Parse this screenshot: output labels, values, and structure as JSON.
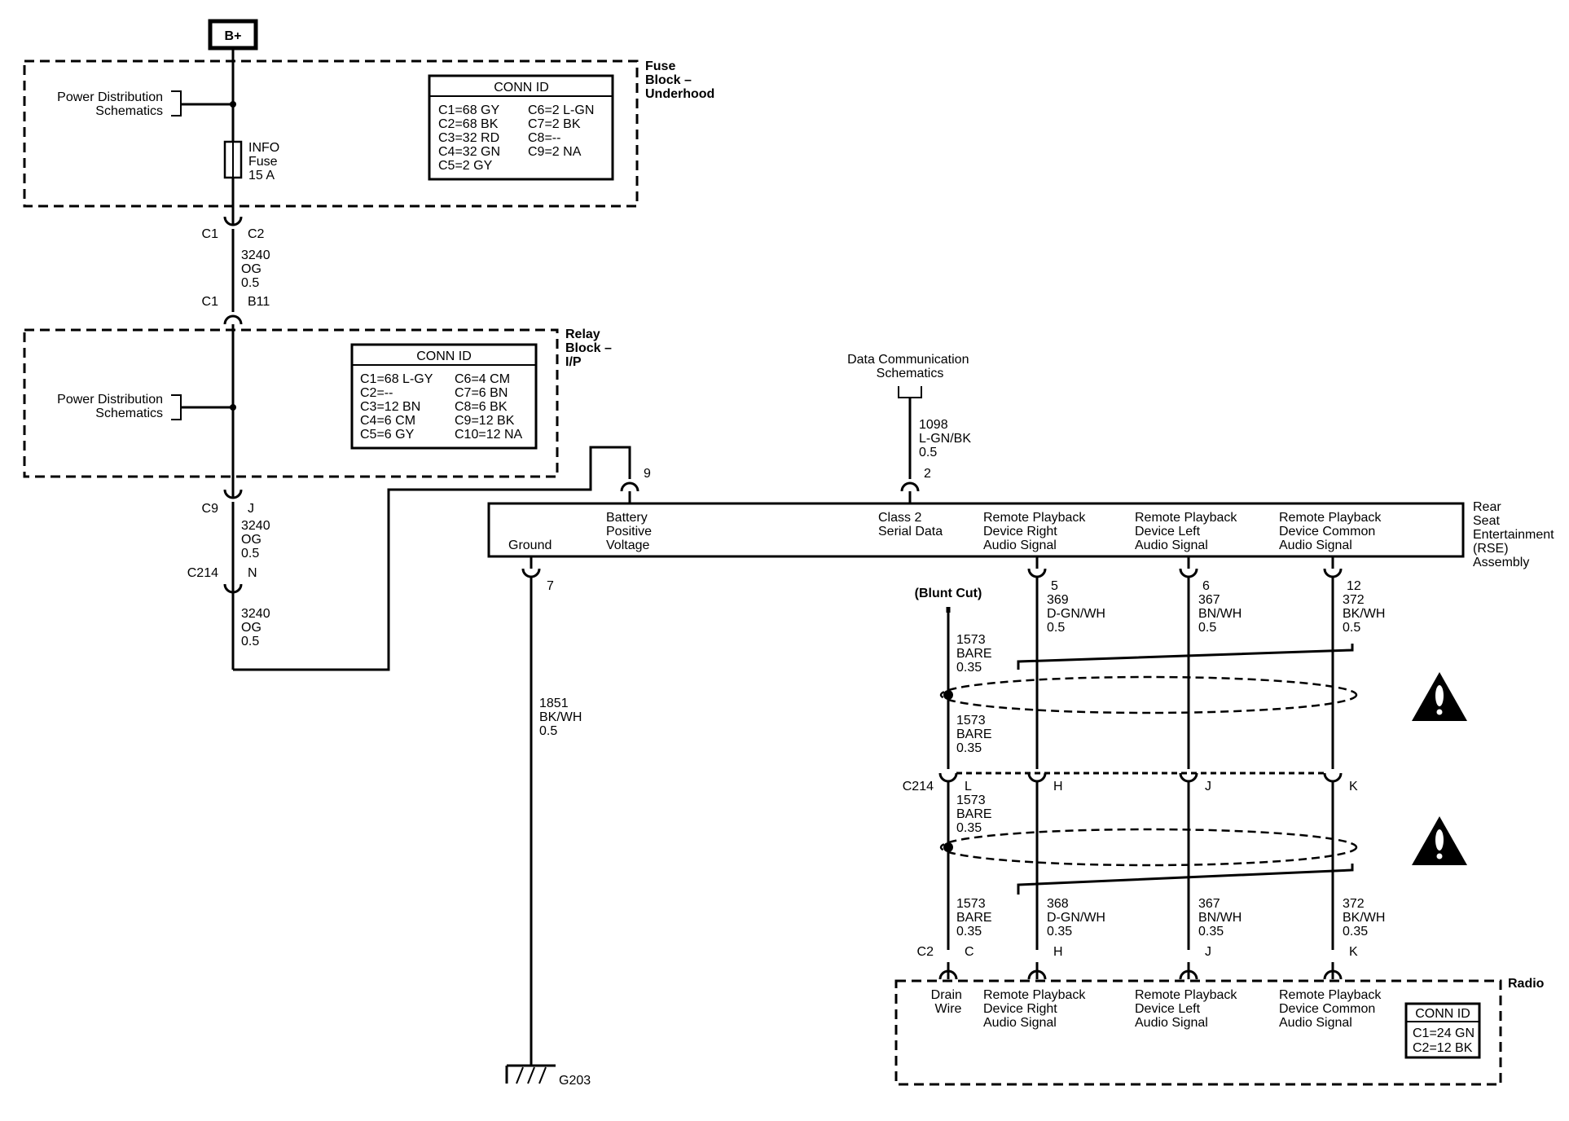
{
  "diagram": {
    "battery": "B+",
    "fuse_block": {
      "name": [
        "Fuse",
        "Block –",
        "Underhood"
      ],
      "ref": [
        "Power Distribution",
        "Schematics"
      ],
      "fuse": [
        "INFO",
        "Fuse",
        "15 A"
      ],
      "conn_title": "CONN ID",
      "conn_left": [
        "C1=68 GY",
        "C2=68 BK",
        "C3=32 RD",
        "C4=32 GN",
        "C5=2 GY"
      ],
      "conn_right": [
        "C6=2 L-GN",
        "C7=2 BK",
        "C8=--",
        "C9=2 NA"
      ]
    },
    "conn_fuse_bottom": {
      "left": "C1",
      "right": "C2"
    },
    "wire_3240_a": [
      "3240",
      "OG",
      "0.5"
    ],
    "conn_relay_top": {
      "left": "C1",
      "right": "B11"
    },
    "relay_block": {
      "name": [
        "Relay",
        "Block –",
        "I/P"
      ],
      "ref": [
        "Power Distribution",
        "Schematics"
      ],
      "conn_title": "CONN ID",
      "conn_left": [
        "C1=68 L-GY",
        "C2=--",
        "C3=12 BN",
        "C4=6 CM",
        "C5=6 GY"
      ],
      "conn_right": [
        "C6=4 CM",
        "C7=6 BN",
        "C8=6 BK",
        "C9=12 BK",
        "C10=12 NA"
      ]
    },
    "conn_relay_bottom": {
      "left": "C9",
      "right": "J"
    },
    "wire_3240_b": [
      "3240",
      "OG",
      "0.5"
    ],
    "conn_c214_a": {
      "left": "C214",
      "right": "N"
    },
    "wire_3240_c": [
      "3240",
      "OG",
      "0.5"
    ],
    "data_comm": [
      "Data Communication",
      "Schematics"
    ],
    "wire_1098": [
      "1098",
      "L-GN/BK",
      "0.5"
    ],
    "rse": {
      "name": [
        "Rear",
        "Seat",
        "Entertainment",
        "(RSE)",
        "Assembly"
      ],
      "pin_battery": "9",
      "pin_serial": "2",
      "pin_ground": "7",
      "pin_right": "5",
      "pin_left": "6",
      "pin_common": "12",
      "label_ground": "Ground",
      "label_battery": [
        "Battery",
        "Positive",
        "Voltage"
      ],
      "label_serial": [
        "Class 2",
        "Serial Data"
      ],
      "label_right": [
        "Remote Playback",
        "Device Right",
        "Audio Signal"
      ],
      "label_left": [
        "Remote Playback",
        "Device Left",
        "Audio Signal"
      ],
      "label_common": [
        "Remote Playback",
        "Device Common",
        "Audio Signal"
      ]
    },
    "wire_1851": [
      "1851",
      "BK/WH",
      "0.5"
    ],
    "ground": "G203",
    "blunt_cut": "(Blunt Cut)",
    "wire_1573_a": [
      "1573",
      "BARE",
      "0.35"
    ],
    "wire_1573_b": [
      "1573",
      "BARE",
      "0.35"
    ],
    "wire_1573_c": [
      "1573",
      "BARE",
      "0.35"
    ],
    "wire_1573_d": [
      "1573",
      "BARE",
      "0.35"
    ],
    "wire_369": [
      "369",
      "D-GN/WH",
      "0.5"
    ],
    "wire_367_a": [
      "367",
      "BN/WH",
      "0.5"
    ],
    "wire_372_a": [
      "372",
      "BK/WH",
      "0.5"
    ],
    "wire_368": [
      "368",
      "D-GN/WH",
      "0.35"
    ],
    "wire_367_b": [
      "367",
      "BN/WH",
      "0.35"
    ],
    "wire_372_b": [
      "372",
      "BK/WH",
      "0.35"
    ],
    "conn_c214_b": {
      "name": "C214",
      "pins": [
        "L",
        "H",
        "J",
        "K"
      ]
    },
    "conn_c2": {
      "name": "C2",
      "pins": [
        "C",
        "H",
        "J",
        "K"
      ]
    },
    "radio": {
      "name": "Radio",
      "label_drain": [
        "Drain",
        "Wire"
      ],
      "label_right": [
        "Remote Playback",
        "Device Right",
        "Audio Signal"
      ],
      "label_left": [
        "Remote Playback",
        "Device Left",
        "Audio Signal"
      ],
      "label_common": [
        "Remote Playback",
        "Device Common",
        "Audio Signal"
      ],
      "conn_title": "CONN ID",
      "conn": [
        "C1=24 GN",
        "C2=12 BK"
      ]
    },
    "warning_icon": "warning-triangle-icon"
  }
}
